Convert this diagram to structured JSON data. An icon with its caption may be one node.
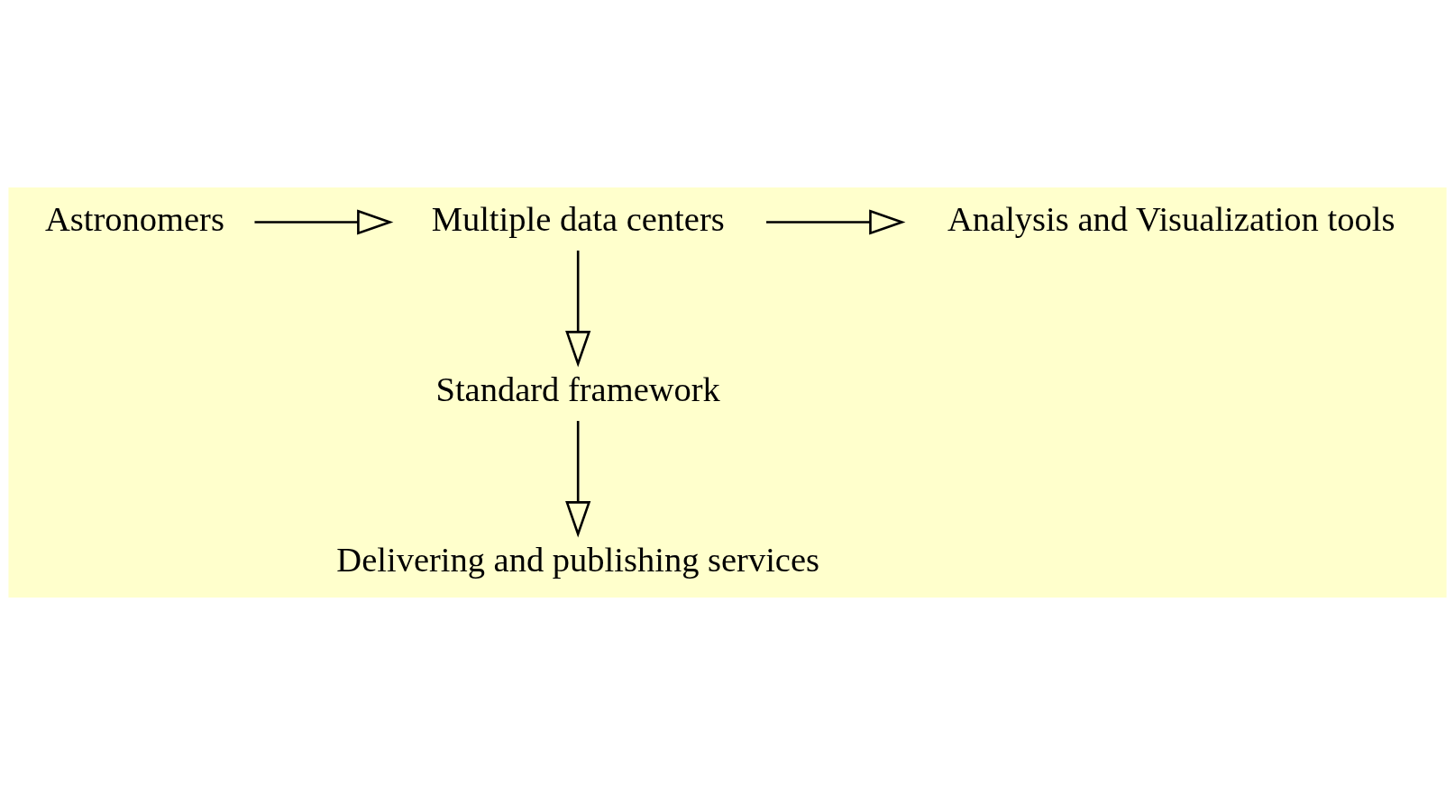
{
  "diagram": {
    "nodes": [
      {
        "text": [
          "Astronomers"
        ]
      },
      {
        "text": [
          "Multiple data centers"
        ]
      },
      {
        "text": [
          "Analysis and Visualization tools"
        ]
      },
      {
        "text": [
          "Standard framework"
        ]
      },
      {
        "text": [
          "Delivering and publishing services"
        ]
      }
    ],
    "edges": [
      {
        "from": 0,
        "to": 1,
        "arrow": "to"
      },
      {
        "from": 1,
        "to": 2,
        "arrow": "to"
      },
      {
        "from": 1,
        "to": 3,
        "arrow": "to"
      },
      {
        "from": 3,
        "to": 4,
        "arrow": "to"
      }
    ]
  }
}
